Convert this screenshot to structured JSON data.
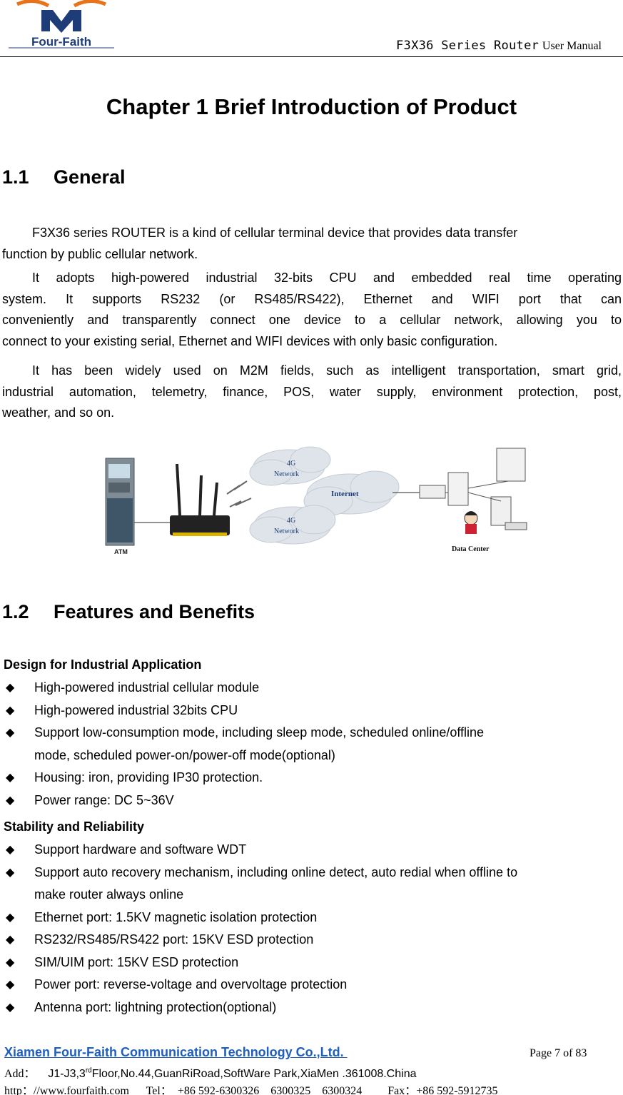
{
  "header": {
    "logo_text": "Four-Faith",
    "title_mono": "F3X36 Series Router",
    "title_serif": "User Manual"
  },
  "chapter_title": "Chapter 1 Brief Introduction of Product",
  "section_general": {
    "num": "1.1",
    "title": "General"
  },
  "general_paragraphs": [
    [
      "F3X36 series ROUTER is a kind of cellular terminal device that provides data transfer",
      "function by public cellular network."
    ],
    [
      "It adopts high-powered industrial 32-bits CPU and embedded real time operating",
      "system. It supports RS232 (or RS485/RS422), Ethernet and WIFI port that can",
      "conveniently and transparently connect one device to a cellular network, allowing you to",
      "connect to your existing serial, Ethernet and WIFI devices with only basic configuration."
    ],
    [
      "It has been widely used on M2M fields, such as intelligent transportation, smart grid,",
      "industrial automation, telemetry, finance, POS, water supply, environment protection, post,",
      "weather, and so on."
    ]
  ],
  "figure": {
    "atm_label": "ATM",
    "cloud_top": [
      "4G",
      "Network"
    ],
    "cloud_internet": "Internet",
    "cloud_bottom": [
      "4G",
      "Network"
    ],
    "data_center_label": "Data Center"
  },
  "section_features": {
    "num": "1.2",
    "title": "Features and Benefits"
  },
  "design_heading": "Design for Industrial Application",
  "design_items": [
    [
      "High-powered industrial cellular module"
    ],
    [
      "High-powered industrial 32bits CPU"
    ],
    [
      "Support low-consumption mode, including sleep mode, scheduled online/offline",
      "mode, scheduled power-on/power-off mode(optional)"
    ],
    [
      "Housing: iron, providing IP30 protection."
    ],
    [
      "Power range: DC 5~36V"
    ]
  ],
  "stability_heading": "Stability and Reliability",
  "stability_items": [
    [
      "Support hardware and software WDT"
    ],
    [
      "Support auto recovery mechanism, including online detect, auto redial when offline to",
      "make router always online"
    ],
    [
      "Ethernet port: 1.5KV magnetic isolation protection"
    ],
    [
      "RS232/RS485/RS422 port: 15KV ESD protection"
    ],
    [
      "SIM/UIM port: 15KV ESD protection"
    ],
    [
      "Power port: reverse-voltage and overvoltage protection"
    ],
    [
      "Antenna port: lightning protection(optional)"
    ]
  ],
  "bullet_glyph": "◆",
  "footer": {
    "company": "Xiamen Four-Faith Communication Technology Co.,Ltd. ",
    "page": "Page 7 of 83",
    "addr_label": "Add：",
    "addr_pre": "J1-J3,3",
    "addr_sup": "rd",
    "addr_post": "Floor,No.44,GuanRiRoad,SoftWare Park,XiaMen .361008.China",
    "contact": "http：//www.fourfaith.com      Tel：  +86 592-6300326    6300325    6300324         Fax：+86 592-5912735"
  },
  "colors": {
    "footer_link": "#1f5fbf",
    "logo_orange": "#e8731a",
    "logo_navy": "#1d3c78"
  }
}
